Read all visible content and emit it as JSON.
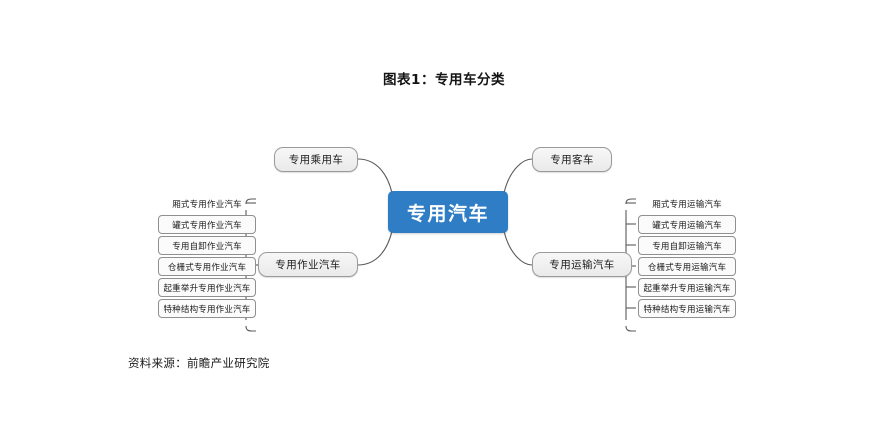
{
  "title": "图表1：专用车分类",
  "source": "资料来源：前瞻产业研究院",
  "colors": {
    "root_fill": "#2f7dc4",
    "root_text": "#ffffff",
    "branch_fill": "#f0f0f0",
    "branch_border": "#9a9a9a",
    "leaf_fill": "#fbfbfb",
    "leaf_border": "#8f8f8f",
    "link_stroke": "#5a5a5a",
    "background": "#ffffff"
  },
  "chart_data": {
    "type": "diagram",
    "diagram_kind": "mind-map",
    "title": "图表1：专用车分类",
    "root": "专用汽车",
    "branches": [
      {
        "id": "passenger",
        "label": "专用乘用车",
        "side": "left",
        "children": []
      },
      {
        "id": "bus",
        "label": "专用客车",
        "side": "right",
        "children": []
      },
      {
        "id": "work",
        "label": "专用作业汽车",
        "side": "left",
        "children": [
          "厢式专用作业汽车",
          "罐式专用作业汽车",
          "专用自卸作业汽车",
          "仓栅式专用作业汽车",
          "起重举升专用作业汽车",
          "特种结构专用作业汽车"
        ]
      },
      {
        "id": "transport",
        "label": "专用运输汽车",
        "side": "right",
        "children": [
          "厢式专用运输汽车",
          "罐式专用运输汽车",
          "专用自卸运输汽车",
          "仓栅式专用运输汽车",
          "起重举升专用运输汽车",
          "特种结构专用运输汽车"
        ]
      }
    ]
  },
  "root": {
    "label": "专用汽车"
  },
  "branch_passenger": {
    "label": "专用乘用车"
  },
  "branch_bus": {
    "label": "专用客车"
  },
  "branch_work": {
    "label": "专用作业汽车"
  },
  "branch_transport": {
    "label": "专用运输汽车"
  },
  "leaves_work": [
    {
      "label": "厢式专用作业汽车"
    },
    {
      "label": "罐式专用作业汽车"
    },
    {
      "label": "专用自卸作业汽车"
    },
    {
      "label": "仓栅式专用作业汽车"
    },
    {
      "label": "起重举升专用作业汽车"
    },
    {
      "label": "特种结构专用作业汽车"
    }
  ],
  "leaves_transport": [
    {
      "label": "厢式专用运输汽车"
    },
    {
      "label": "罐式专用运输汽车"
    },
    {
      "label": "专用自卸运输汽车"
    },
    {
      "label": "仓栅式专用运输汽车"
    },
    {
      "label": "起重举升专用运输汽车"
    },
    {
      "label": "特种结构专用运输汽车"
    }
  ]
}
